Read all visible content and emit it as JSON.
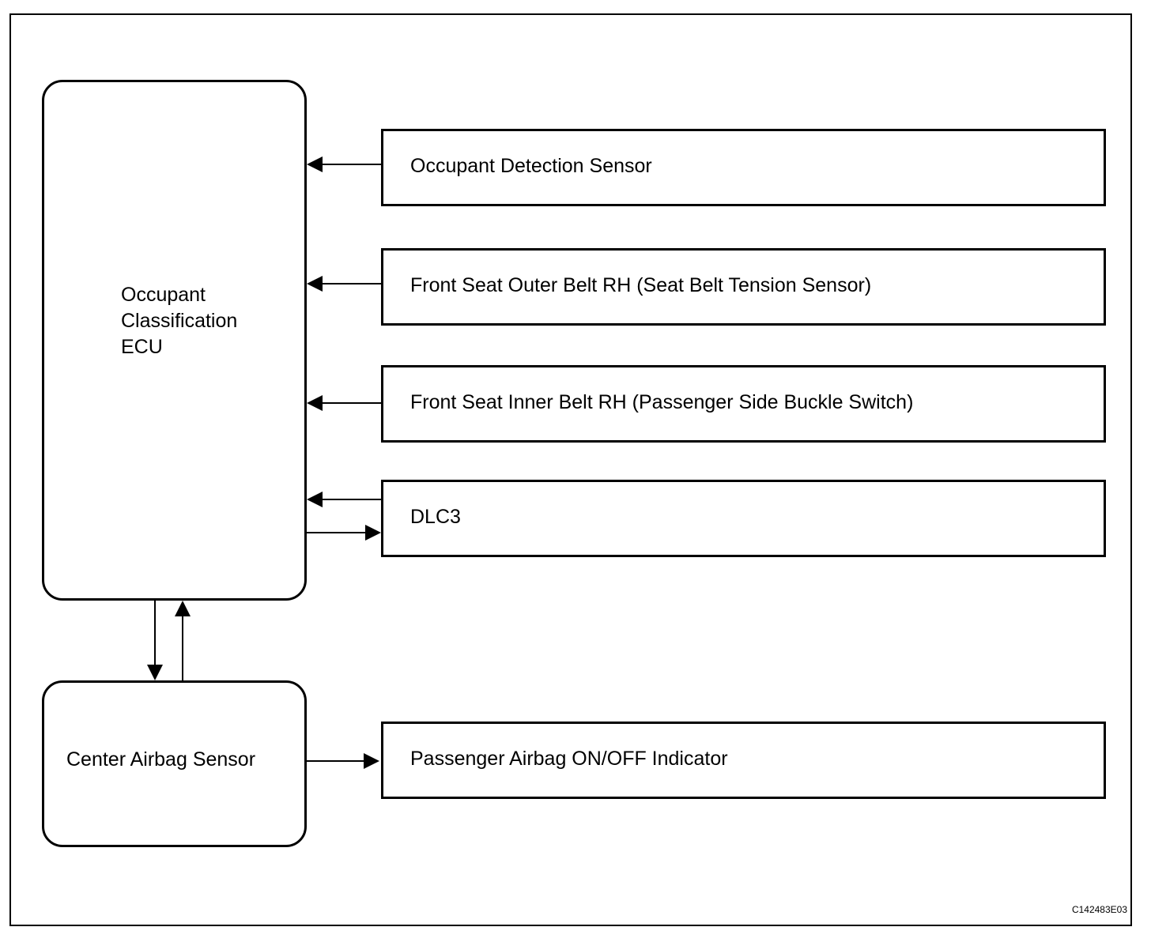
{
  "diagram": {
    "ecu": {
      "label": "Occupant\nClassification\nECU"
    },
    "center_airbag_sensor": {
      "label": "Center Airbag Sensor"
    },
    "devices": {
      "occupant_detection_sensor": "Occupant Detection Sensor",
      "outer_belt": "Front Seat Outer Belt RH (Seat Belt Tension Sensor)",
      "inner_belt": "Front Seat Inner Belt RH (Passenger Side Buckle Switch)",
      "dlc3": "DLC3",
      "indicator": "Passenger Airbag ON/OFF Indicator"
    },
    "figure_code": "C142483E03"
  }
}
